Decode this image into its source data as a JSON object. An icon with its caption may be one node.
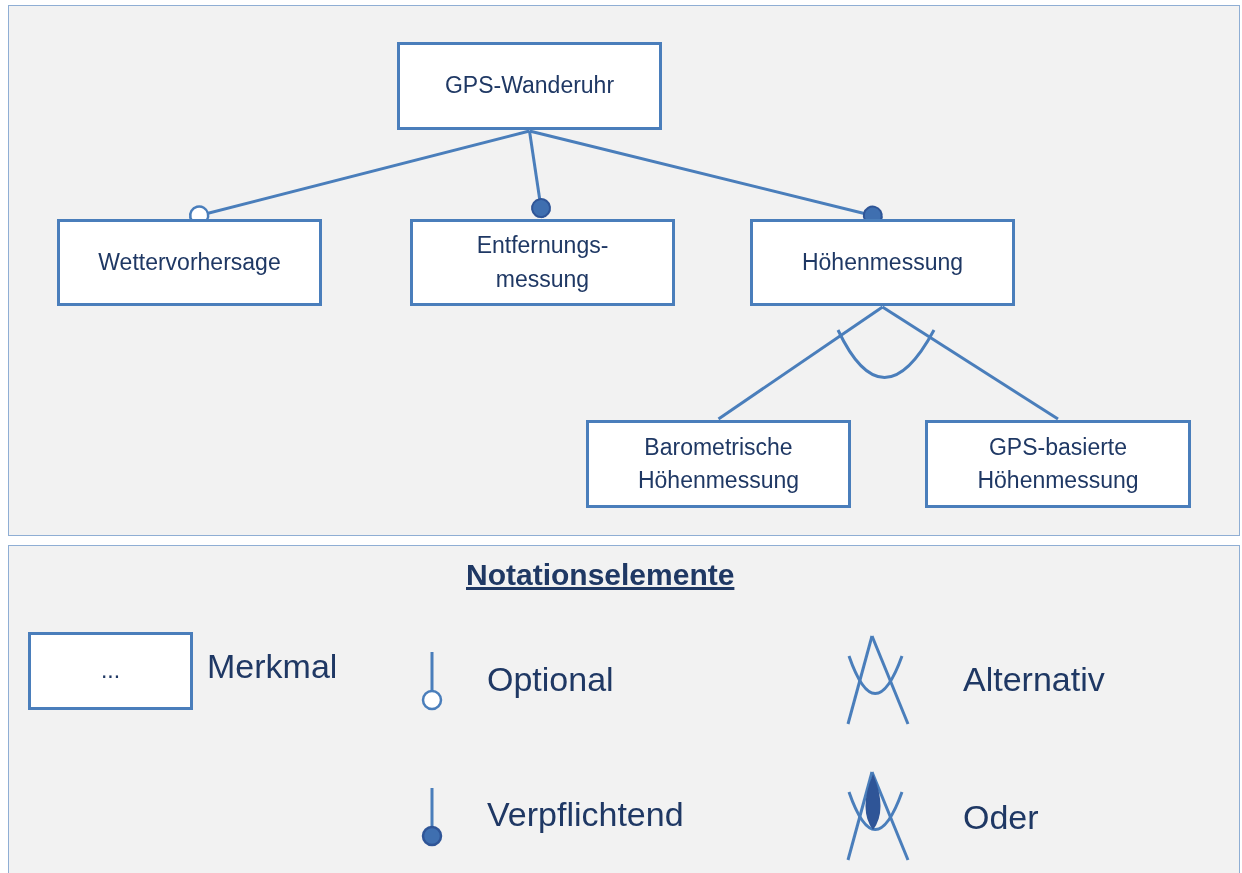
{
  "diagram": {
    "nodes": [
      {
        "text": [
          "GPS-Wanderuhr"
        ]
      },
      {
        "text": [
          "Wettervorhersage"
        ]
      },
      {
        "text": [
          "Entfernungs- messung"
        ]
      },
      {
        "text": [
          "Höhenmessung"
        ]
      },
      {
        "text": [
          "Barometrische Höhenmessung"
        ]
      },
      {
        "text": [
          "GPS-basierte Höhenmessung"
        ]
      },
      {
        "text": [
          "..."
        ]
      }
    ],
    "edges": [
      {
        "from": 0,
        "to": 1,
        "arrow": "other"
      },
      {
        "from": 0,
        "to": 2,
        "arrow": "other"
      },
      {
        "from": 0,
        "to": 3,
        "arrow": "other"
      },
      {
        "from": 3,
        "to": 4,
        "arrow": "none"
      },
      {
        "from": 3,
        "to": 5,
        "arrow": "none"
      }
    ],
    "labels": [
      "Notationselemente"
    ],
    "legend": [
      {
        "text": "Merkmal"
      },
      {
        "text": "Optional"
      },
      {
        "text": "Alternativ"
      },
      {
        "text": "Verpflichtend"
      },
      {
        "text": "Oder"
      }
    ]
  }
}
